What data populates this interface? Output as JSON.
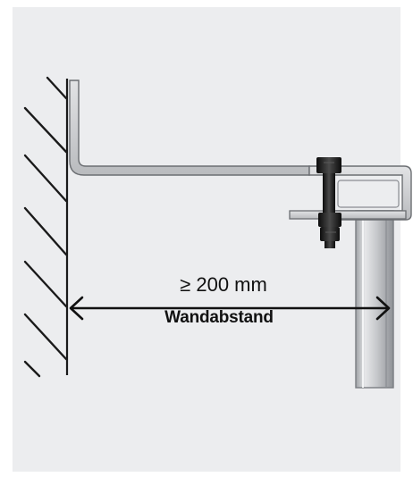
{
  "dimension": {
    "value_label": "≥ 200 mm",
    "caption": "Wandabstand"
  },
  "colors": {
    "panel_background": "#ecedef",
    "line": "#1a1a1a",
    "metal_fill": "#d4d6d8",
    "metal_stroke": "#6b6e72",
    "bolt": "#1e1e1e"
  },
  "icons": [
    "wall-hatching",
    "wall-bracket",
    "bolt",
    "downpipe",
    "dimension-arrow"
  ]
}
